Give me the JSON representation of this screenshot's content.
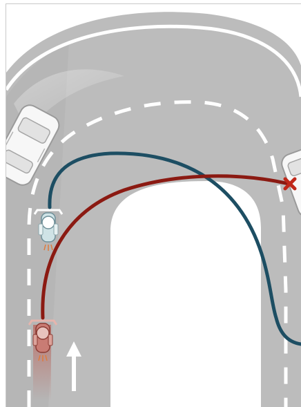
{
  "diagram": {
    "colors": {
      "road": "#bdbdbd",
      "road_shade": "#a9a9a9",
      "road_edge_line": "#ffffff",
      "lane_marking": "#ffffff",
      "correct_line": "#1d4e63",
      "wrong_line": "#8b1a12",
      "collision_mark": "#c0281a",
      "vehicle_body": "#f7f7f7",
      "motorcycle_correct": "#cfe3e6",
      "motorcycle_wrong": "#c97c74"
    },
    "elements": [
      {
        "id": "road",
        "kind": "hairpin-curve"
      },
      {
        "id": "oncoming-car-left",
        "icon": "car-icon"
      },
      {
        "id": "oncoming-car-right",
        "icon": "car-icon"
      },
      {
        "id": "motorcycle-correct",
        "icon": "motorcycle-icon",
        "path": "correct-line"
      },
      {
        "id": "motorcycle-wrong",
        "icon": "motorcycle-icon",
        "path": "wrong-line"
      },
      {
        "id": "collision-marker",
        "icon": "x-mark-icon"
      },
      {
        "id": "direction-arrow",
        "icon": "arrow-up-icon"
      }
    ]
  }
}
